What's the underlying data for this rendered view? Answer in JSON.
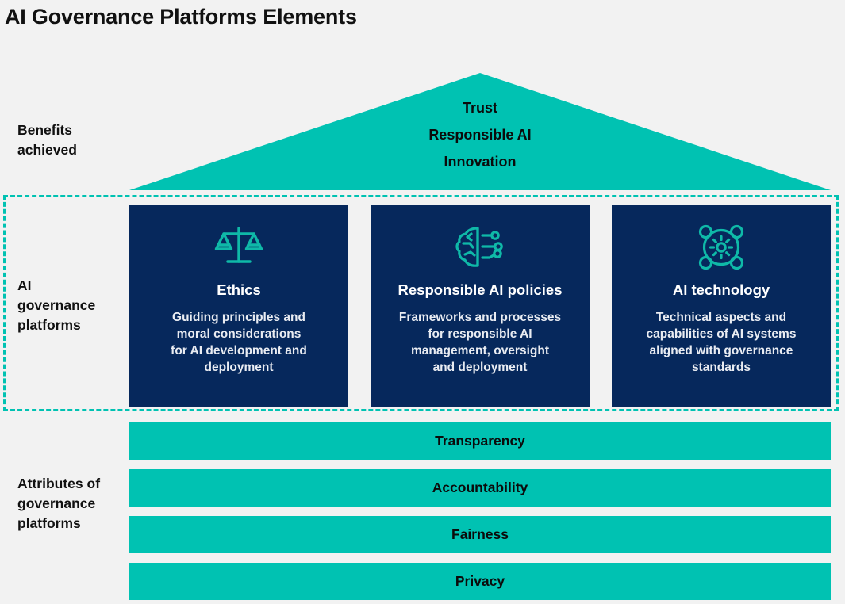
{
  "page": {
    "title": "AI Governance Platforms Elements",
    "background_color": "#f2f2f2",
    "accent_teal": "#00c2b2",
    "card_navy": "#06285c",
    "text_dark": "#111111",
    "text_light": "#ffffff"
  },
  "rows": {
    "benefits_label": "Benefits\nachieved",
    "governance_label": "AI\ngovernance\nplatforms",
    "attributes_label": "Attributes of\ngovernance\nplatforms"
  },
  "roof": {
    "lines": [
      {
        "text": "Trust"
      },
      {
        "text": "Responsible AI"
      },
      {
        "text": "Innovation"
      }
    ]
  },
  "cards": [
    {
      "icon": "scales-balance-icon",
      "title": "Ethics",
      "description": "Guiding principles and\nmoral considerations\nfor AI development and\ndeployment"
    },
    {
      "icon": "brain-circuit-icon",
      "title": "Responsible AI policies",
      "description": "Frameworks and processes\nfor responsible AI\nmanagement, oversight\nand deployment"
    },
    {
      "icon": "gear-network-icon",
      "title": "AI technology",
      "description": "Technical aspects and\ncapabilities of AI systems\naligned with governance\nstandards"
    }
  ],
  "attributes": [
    {
      "label": "Transparency"
    },
    {
      "label": "Accountability"
    },
    {
      "label": "Fairness"
    },
    {
      "label": "Privacy"
    }
  ]
}
